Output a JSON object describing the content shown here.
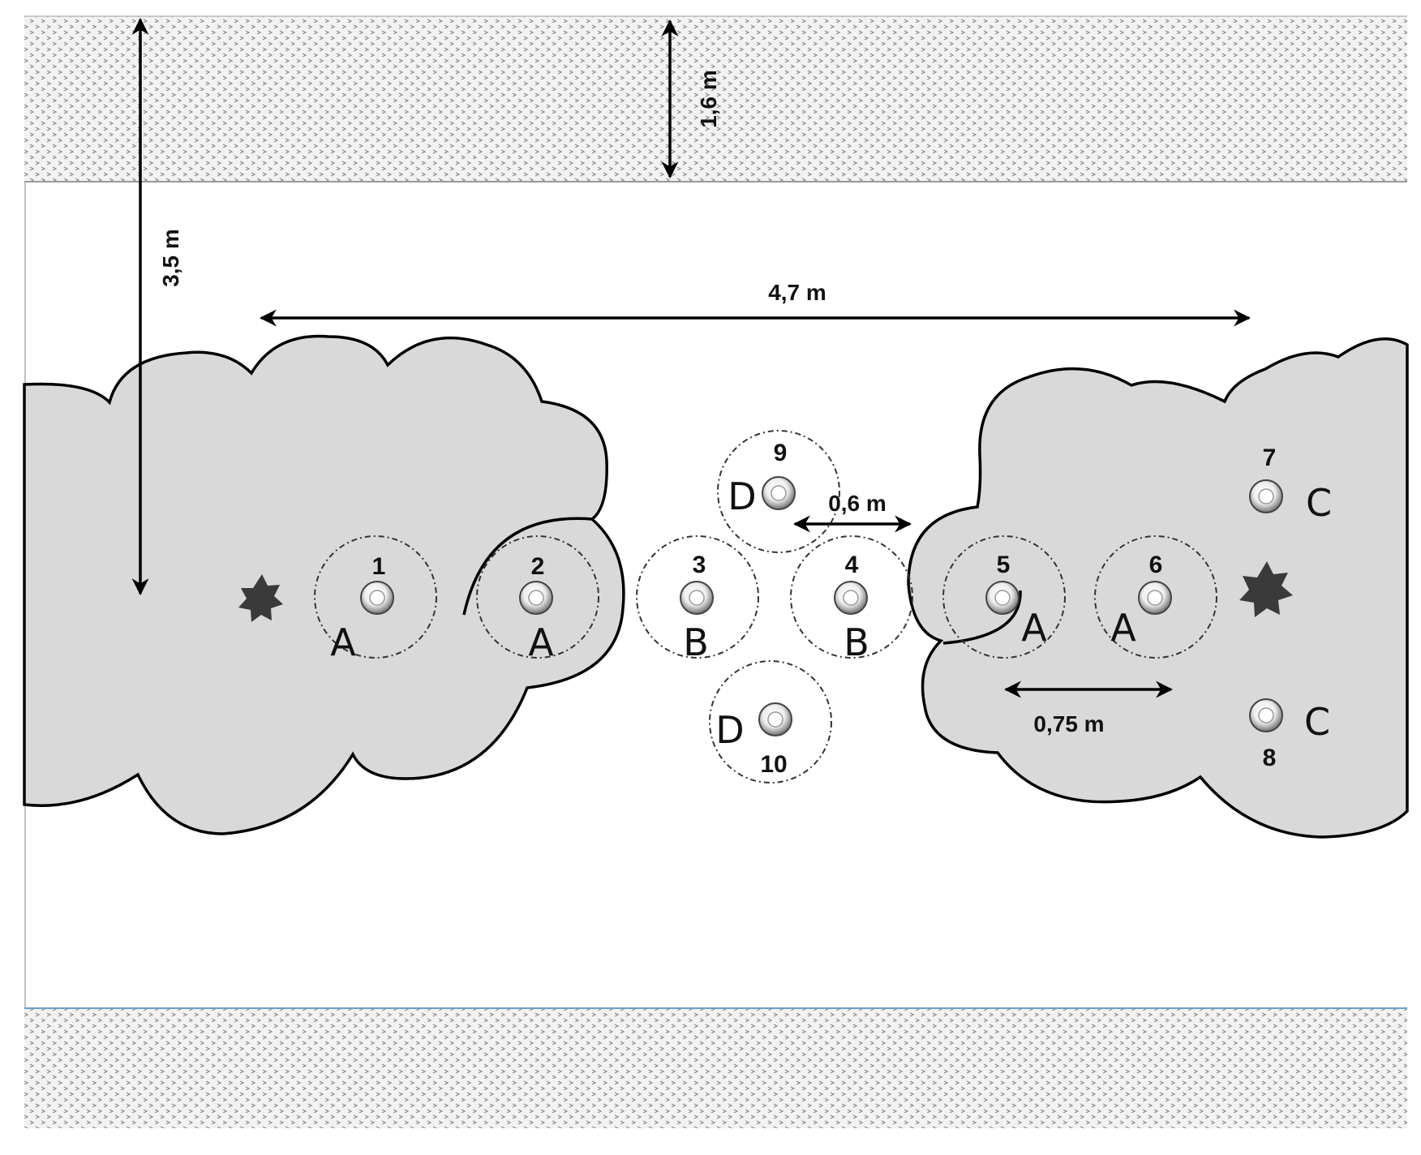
{
  "dimensions": {
    "bed_width": "1,6 m",
    "wall_distance": "3,5 m",
    "span": "4,7 m",
    "spacing_bd": "0,6 m",
    "spacing_a": "0,75 m"
  },
  "points": [
    {
      "id": "1",
      "group": "A"
    },
    {
      "id": "2",
      "group": "A"
    },
    {
      "id": "3",
      "group": "B"
    },
    {
      "id": "4",
      "group": "B"
    },
    {
      "id": "5",
      "group": "A"
    },
    {
      "id": "6",
      "group": "A"
    },
    {
      "id": "7",
      "group": "C"
    },
    {
      "id": "8",
      "group": "C"
    },
    {
      "id": "9",
      "group": "D"
    },
    {
      "id": "10",
      "group": "D"
    }
  ],
  "colors": {
    "hatch_band": "#f2f2f2",
    "hatch_mark": "#8a8a8a",
    "cloud_fill": "#d9d9d9",
    "star": "#3a3a3a",
    "bottom_band_line": "#6a9ecf"
  }
}
